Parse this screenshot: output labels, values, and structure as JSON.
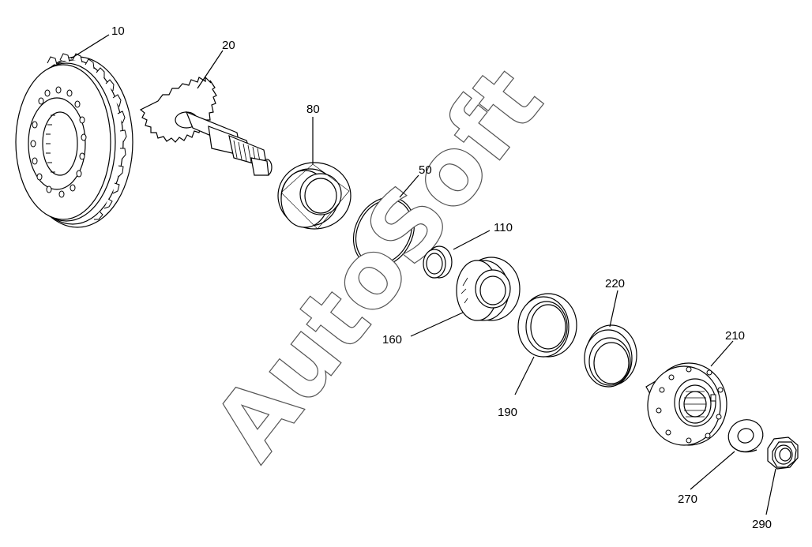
{
  "watermark": "AutoSoft",
  "parts": [
    {
      "id": "10"
    },
    {
      "id": "20"
    },
    {
      "id": "80"
    },
    {
      "id": "50"
    },
    {
      "id": "110"
    },
    {
      "id": "160"
    },
    {
      "id": "190"
    },
    {
      "id": "220"
    },
    {
      "id": "210"
    },
    {
      "id": "270"
    },
    {
      "id": "290"
    }
  ],
  "colors": {
    "line": "#000000",
    "background": "#ffffff",
    "watermark_outline": "#555555"
  }
}
